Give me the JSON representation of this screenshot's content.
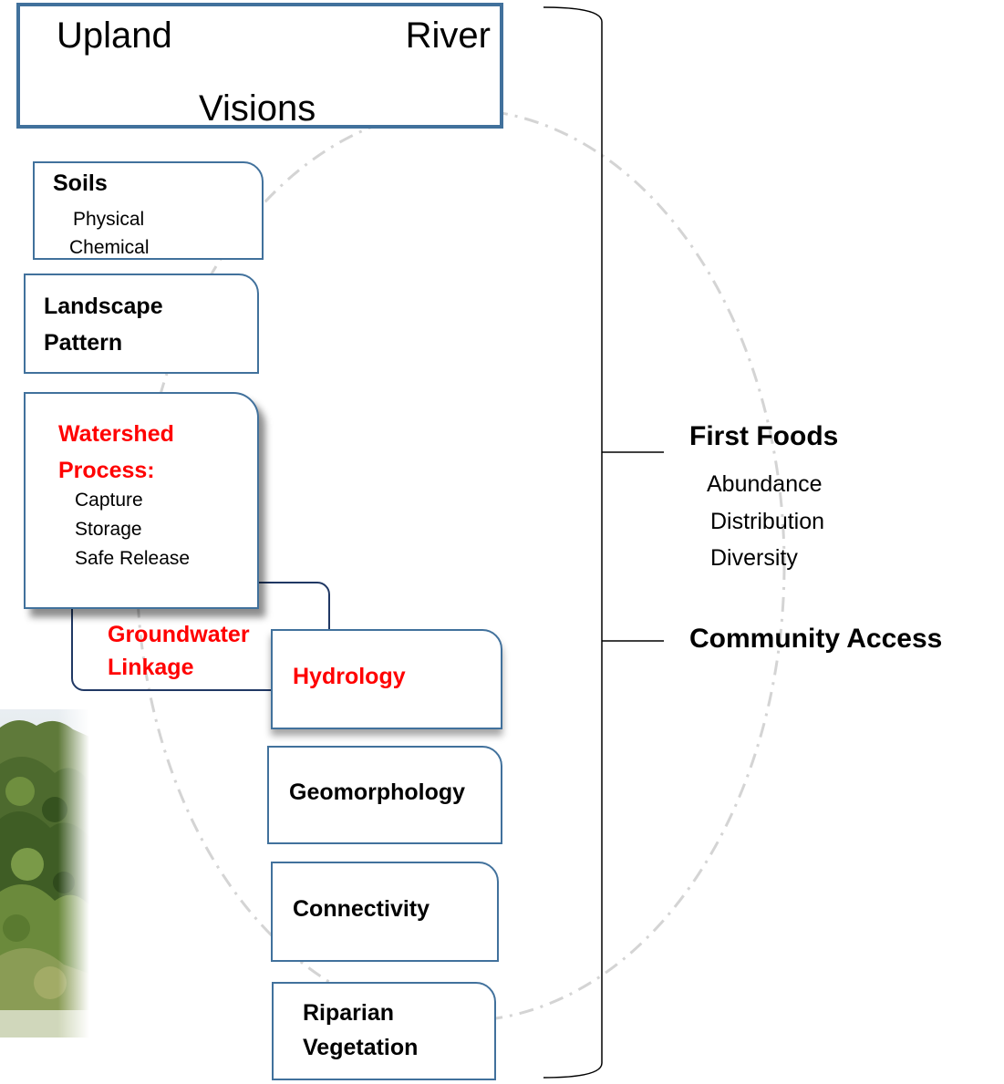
{
  "title": {
    "word1": "Upland",
    "word2": "River",
    "word3": "Visions"
  },
  "soils": {
    "heading": "Soils",
    "items": [
      "Physical",
      "Chemical"
    ]
  },
  "landscape": {
    "line1": "Landscape",
    "line2": "Pattern"
  },
  "watershed": {
    "line1": "Watershed",
    "line2": "Process:",
    "items": [
      "Capture",
      "Storage",
      "Safe Release"
    ]
  },
  "groundwater": {
    "line1": "Groundwater",
    "line2": "Linkage"
  },
  "hydrology": {
    "label": "Hydrology"
  },
  "geomorphology": {
    "label": "Geomorphology"
  },
  "connectivity": {
    "label": "Connectivity"
  },
  "riparian": {
    "line1": "Riparian",
    "line2": "Vegetation"
  },
  "first_foods": {
    "title": "First Foods",
    "items": [
      "Abundance",
      "Distribution",
      "Diversity"
    ]
  },
  "community_access": {
    "title": "Community Access"
  },
  "colors": {
    "box_border": "#41719c",
    "groundwater_border": "#203864",
    "highlight_text": "#ff0000",
    "dashed_circle": "#d0d0d0"
  }
}
